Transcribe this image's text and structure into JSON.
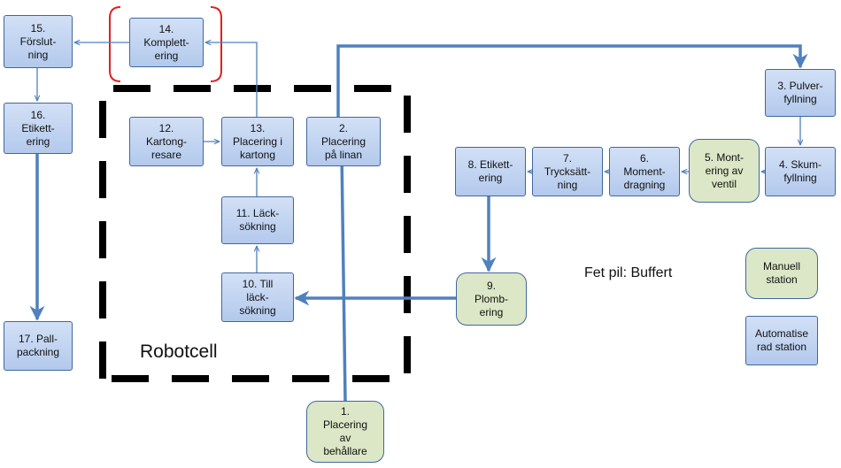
{
  "robotcell_label": "Robotcell",
  "legend_note": "Fet pil: Buffert",
  "colors": {
    "automatic_fill": "#c5d7f1",
    "manual_fill": "#dbe7c6",
    "box_border": "#40679e",
    "arrow": "#4f81bd",
    "robotcell_border": "#000000",
    "bracket": "#e02020"
  },
  "nodes": {
    "n1": {
      "label": "1.\nPlacering\nav\nbehållare",
      "kind": "manual"
    },
    "n2": {
      "label": "2.\nPlacering\npå linan",
      "kind": "automatic"
    },
    "n3": {
      "label": "3. Pulver-\nfyllning",
      "kind": "automatic"
    },
    "n4": {
      "label": "4. Skum-\nfyllning",
      "kind": "automatic"
    },
    "n5": {
      "label": "5. Mont-\nering av\nventil",
      "kind": "manual"
    },
    "n6": {
      "label": "6.\nMoment-\ndragning",
      "kind": "automatic"
    },
    "n7": {
      "label": "7.\nTrycksätt-\nning",
      "kind": "automatic"
    },
    "n8": {
      "label": "8. Etikett-\nering",
      "kind": "automatic"
    },
    "n9": {
      "label": "9.\nPlomb-\nering",
      "kind": "manual"
    },
    "n10": {
      "label": "10. Till\nläck-\nsökning",
      "kind": "automatic"
    },
    "n11": {
      "label": "11. Läck-\nsökning",
      "kind": "automatic"
    },
    "n12": {
      "label": "12.\nKartong-\nresare",
      "kind": "automatic"
    },
    "n13": {
      "label": "13.\nPlacering i\nkartong",
      "kind": "automatic"
    },
    "n14": {
      "label": "14.\nKomplett-\nering",
      "kind": "automatic"
    },
    "n15": {
      "label": "15.\nFörslut-\nning",
      "kind": "automatic"
    },
    "n16": {
      "label": "16.\nEtikett-\nering",
      "kind": "automatic"
    },
    "n17": {
      "label": "17. Pall-\npackning",
      "kind": "automatic"
    }
  },
  "legend": {
    "manual": {
      "label": "Manuell\nstation",
      "kind": "manual"
    },
    "automatic": {
      "label": "Automatise\nrad station",
      "kind": "automatic"
    }
  },
  "edges": [
    {
      "from": "n1",
      "to": "n2",
      "buffer": true
    },
    {
      "from": "n2",
      "to": "n3",
      "buffer": true
    },
    {
      "from": "n3",
      "to": "n4",
      "buffer": false
    },
    {
      "from": "n4",
      "to": "n5",
      "buffer": false
    },
    {
      "from": "n5",
      "to": "n6",
      "buffer": false
    },
    {
      "from": "n6",
      "to": "n7",
      "buffer": false
    },
    {
      "from": "n7",
      "to": "n8",
      "buffer": false
    },
    {
      "from": "n8",
      "to": "n9",
      "buffer": true
    },
    {
      "from": "n9",
      "to": "n10",
      "buffer": true
    },
    {
      "from": "n10",
      "to": "n11",
      "buffer": false
    },
    {
      "from": "n11",
      "to": "n13",
      "buffer": false
    },
    {
      "from": "n12",
      "to": "n13",
      "buffer": false
    },
    {
      "from": "n13",
      "to": "n14",
      "buffer": false
    },
    {
      "from": "n14",
      "to": "n15",
      "buffer": false
    },
    {
      "from": "n15",
      "to": "n16",
      "buffer": false
    },
    {
      "from": "n16",
      "to": "n17",
      "buffer": true
    }
  ]
}
